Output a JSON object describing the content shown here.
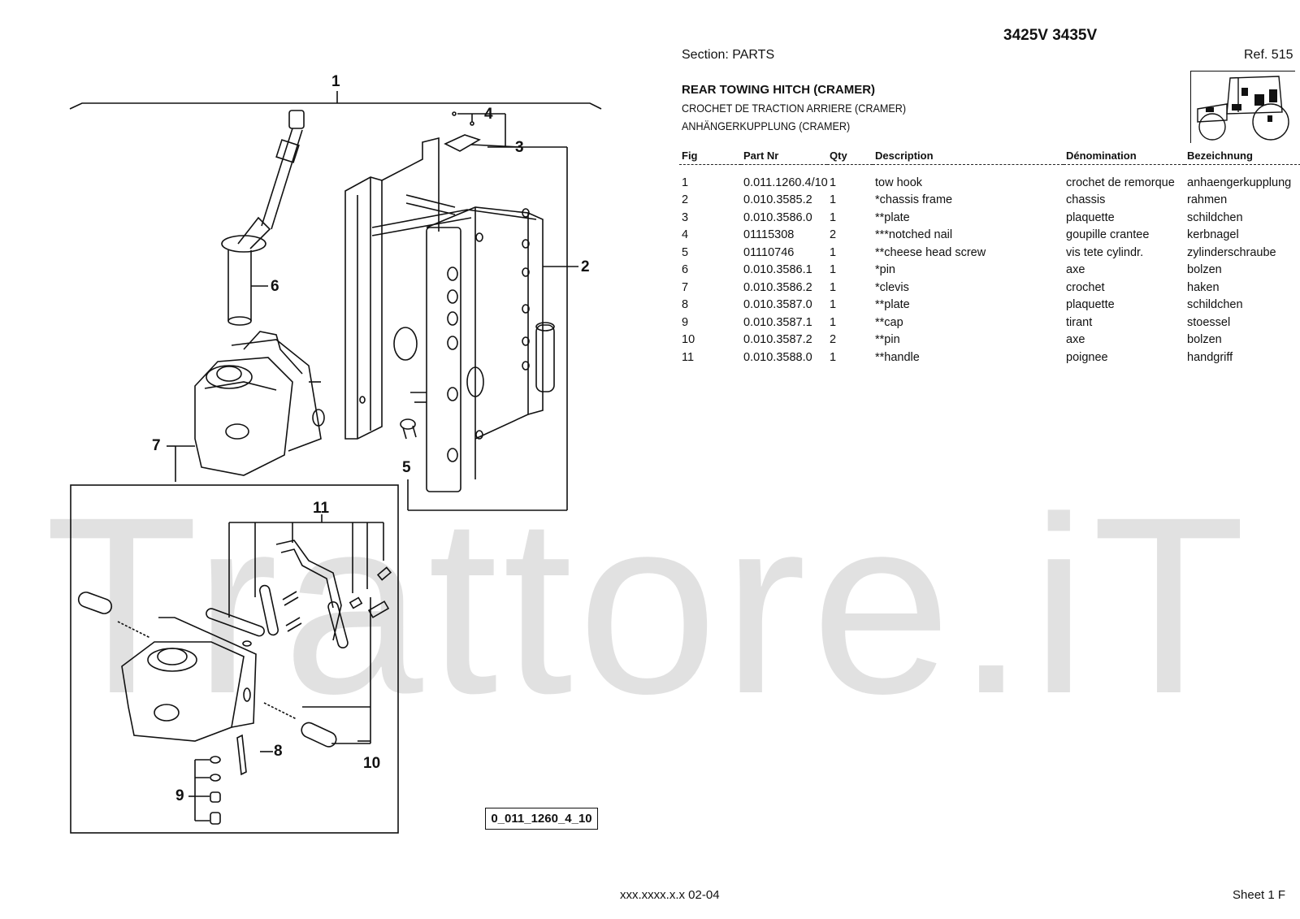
{
  "header": {
    "models": "3425V 3435V",
    "section": "Section: PARTS",
    "ref": "Ref. 515"
  },
  "title": {
    "en": "REAR TOWING HITCH (CRAMER)",
    "fr": "CROCHET DE TRACTION ARRIERE (CRAMER)",
    "de": "ANHÄNGERKUPPLUNG (CRAMER)"
  },
  "table": {
    "columns": [
      "Fig",
      "Part Nr",
      "Qty",
      "Description",
      "Dénomination",
      "Bezeichnung"
    ],
    "rows": [
      [
        "1",
        "0.011.1260.4/10",
        "1",
        "tow hook",
        "crochet de remorque",
        "anhaengerkupplung"
      ],
      [
        "2",
        "0.010.3585.2",
        "1",
        "*chassis frame",
        "chassis",
        "rahmen"
      ],
      [
        "3",
        "0.010.3586.0",
        "1",
        "**plate",
        "plaquette",
        "schildchen"
      ],
      [
        "4",
        "01115308",
        "2",
        "***notched nail",
        "goupille crantee",
        "kerbnagel"
      ],
      [
        "5",
        "01110746",
        "1",
        "**cheese head screw",
        "vis tete cylindr.",
        "zylinderschraube"
      ],
      [
        "6",
        "0.010.3586.1",
        "1",
        "*pin",
        "axe",
        "bolzen"
      ],
      [
        "7",
        "0.010.3586.2",
        "1",
        "*clevis",
        "crochet",
        "haken"
      ],
      [
        "8",
        "0.010.3587.0",
        "1",
        "**plate",
        "plaquette",
        "schildchen"
      ],
      [
        "9",
        "0.010.3587.1",
        "1",
        "**cap",
        "tirant",
        "stoessel"
      ],
      [
        "10",
        "0.010.3587.2",
        "2",
        "**pin",
        "axe",
        "bolzen"
      ],
      [
        "11",
        "0.010.3588.0",
        "1",
        "**handle",
        "poignee",
        "handgriff"
      ]
    ]
  },
  "diagram": {
    "callouts": [
      "1",
      "2",
      "3",
      "4",
      "5",
      "6",
      "7",
      "8",
      "9",
      "10",
      "11"
    ],
    "drawing_code": "0_011_1260_4_10"
  },
  "watermark": "Trattore.iT",
  "footer": {
    "code": "xxx.xxxx.x.x  02-04",
    "sheet": "Sheet 1 F"
  }
}
